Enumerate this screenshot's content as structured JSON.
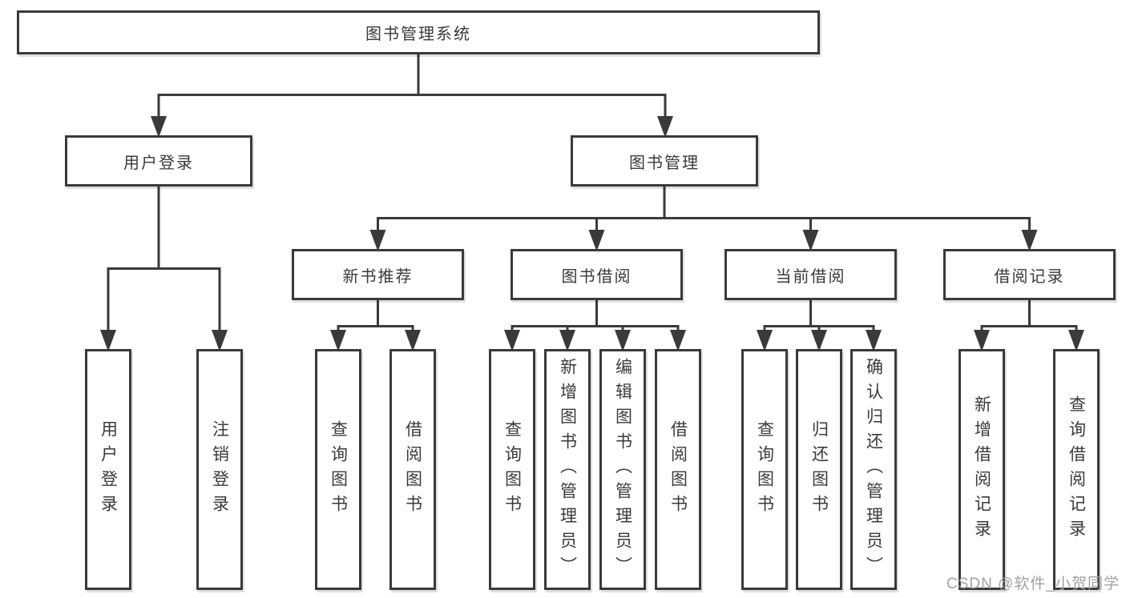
{
  "tree": {
    "root": {
      "label": "图书管理系统",
      "children": [
        {
          "label": "用户登录",
          "children": [
            {
              "label": "用户登录"
            },
            {
              "label": "注销登录"
            }
          ]
        },
        {
          "label": "图书管理",
          "children": [
            {
              "label": "新书推荐",
              "children": [
                {
                  "label": "查询图书"
                },
                {
                  "label": "借阅图书"
                }
              ]
            },
            {
              "label": "图书借阅",
              "children": [
                {
                  "label": "查询图书"
                },
                {
                  "label": "新增图书（管理员）"
                },
                {
                  "label": "编辑图书（管理员）"
                },
                {
                  "label": "借阅图书"
                }
              ]
            },
            {
              "label": "当前借阅",
              "children": [
                {
                  "label": "查询图书"
                },
                {
                  "label": "归还图书"
                },
                {
                  "label": "确认归还（管理员）"
                }
              ]
            },
            {
              "label": "借阅记录",
              "children": [
                {
                  "label": "新增借阅记录"
                },
                {
                  "label": "查询借阅记录"
                }
              ]
            }
          ]
        }
      ]
    }
  },
  "watermark": {
    "text": "CSDN @软件_小贺同学"
  },
  "colors": {
    "line": "#3a3a3c",
    "text": "#3a3a3a",
    "watermark": "#a2a2a8",
    "background": "#ffffff"
  }
}
